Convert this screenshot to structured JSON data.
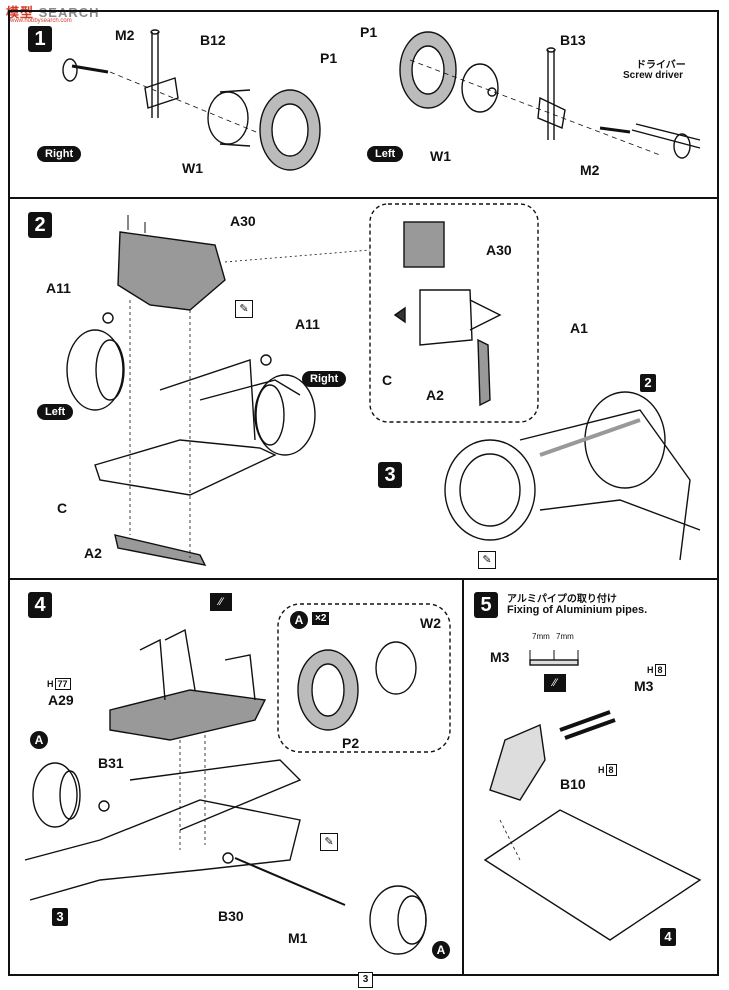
{
  "watermark": {
    "brand_cn": "模型",
    "brand_en": "SEARCH",
    "sub": "www.hobbysearch.com"
  },
  "step1": {
    "number": "1",
    "left_side": {
      "label": "Right",
      "parts": {
        "screw": "M2",
        "upright": "B12",
        "tire": "P1",
        "wheel": "W1"
      }
    },
    "right_side": {
      "label": "Left",
      "parts": {
        "tire": "P1",
        "upright": "B13",
        "wheel": "W1",
        "screw": "M2"
      },
      "tool_jp": "ドライバー",
      "tool_en": "Screw driver"
    }
  },
  "step2": {
    "number": "2",
    "parts": {
      "bracket": "A30",
      "left_bush": "A11",
      "right_bush": "A11",
      "chassis": "C",
      "plate": "A2"
    },
    "left_label": "Left",
    "right_label": "Right",
    "detail": {
      "bracket": "A30",
      "chassis": "C",
      "plate": "A2"
    }
  },
  "step3": {
    "number": "3",
    "part": "A1",
    "ref_step": "2"
  },
  "step4": {
    "number": "4",
    "parts": {
      "tray": "A29",
      "tray_color": "77",
      "spacer_left": "B31",
      "spacer_right": "B30",
      "axle": "M1"
    },
    "ref_wheel": "A",
    "ref_step": "3",
    "sub": {
      "marker": "A",
      "qty": "×2",
      "wheel": "W2",
      "tire": "P2"
    }
  },
  "step5": {
    "number": "5",
    "title_jp": "アルミパイプの取り付け",
    "title_en": "Fixing of Aluminium pipes.",
    "pipe_label": "M3",
    "dim1": "7mm",
    "dim2": "7mm",
    "parts": {
      "pipes": "M3",
      "pipes_color": "8",
      "holder": "B10",
      "holder_color": "8"
    },
    "color_prefix": "H",
    "ref_step": "4"
  },
  "page": {
    "number": "3"
  }
}
